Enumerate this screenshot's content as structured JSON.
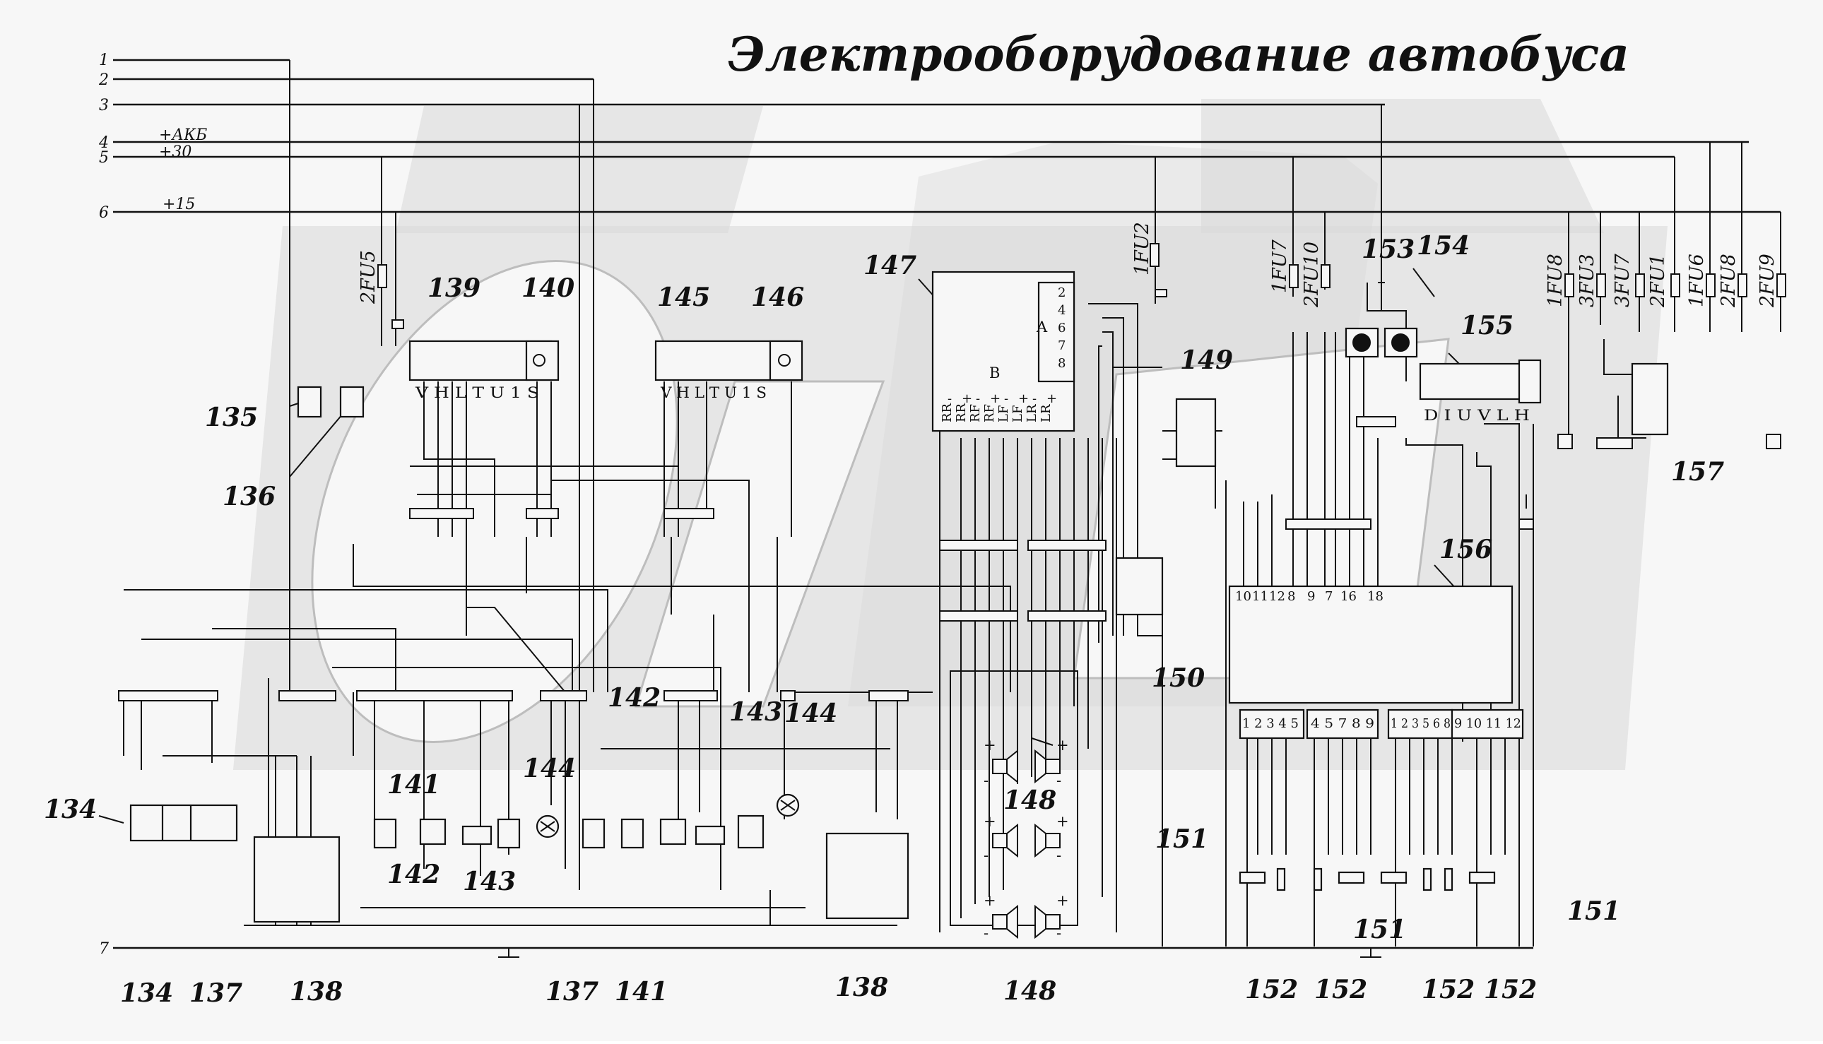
{
  "title": "Электрооборудование автобуса",
  "buses": [
    {
      "num": "1",
      "label": ""
    },
    {
      "num": "2",
      "label": ""
    },
    {
      "num": "3",
      "label": ""
    },
    {
      "num": "4",
      "label": "+АКБ"
    },
    {
      "num": "5",
      "label": "+30"
    },
    {
      "num": "6",
      "label": "+15"
    },
    {
      "num": "7",
      "label": ""
    }
  ],
  "fuses": [
    "2FU5",
    "1FU2",
    "1FU7",
    "2FU10",
    "1FU8",
    "3FU3",
    "3FU7",
    "2FU1",
    "1FU6",
    "2FU8",
    "2FU9"
  ],
  "component_labels": [
    "134",
    "134",
    "135",
    "136",
    "137",
    "137",
    "138",
    "138",
    "139",
    "140",
    "141",
    "141",
    "142",
    "142",
    "143",
    "143",
    "144",
    "144",
    "145",
    "146",
    "147",
    "148",
    "148",
    "149",
    "150",
    "151",
    "151",
    "151",
    "152",
    "152",
    "152",
    "152",
    "153",
    "154",
    "155",
    "156",
    "157"
  ],
  "connector_pins": {
    "radio_left": "V H L T U 1 S",
    "radio_right": "V H L T U 1 S",
    "block147_B_group": "B",
    "block147_B_pins": [
      "RR",
      "RR",
      "RF",
      "RF",
      "LF",
      "LF",
      "LR",
      "LR"
    ],
    "block147_B_polarity": [
      "-",
      "+",
      "-",
      "+",
      "-",
      "+",
      "-",
      "+"
    ],
    "block147_A_group": "A",
    "block147_A_pins": [
      "2",
      "4",
      "6",
      "7",
      "8"
    ],
    "block155_pins": "D I U V L H",
    "block156_pins": [
      "10",
      "11",
      "12",
      "8",
      "9",
      "7",
      "16",
      "18"
    ],
    "bank1_pins": "1 2 3 4 5",
    "bank2_pins": "4 5 7 8 9",
    "bank3_pins": "1 2 3 5 6 8",
    "bank4_pins": "9 10 11 12"
  },
  "speaker_polarity": {
    "positive": "+",
    "negative": "-"
  },
  "colors": {
    "line": "#111111",
    "watermark": "#d7d7d7",
    "background": "#f7f7f7"
  }
}
